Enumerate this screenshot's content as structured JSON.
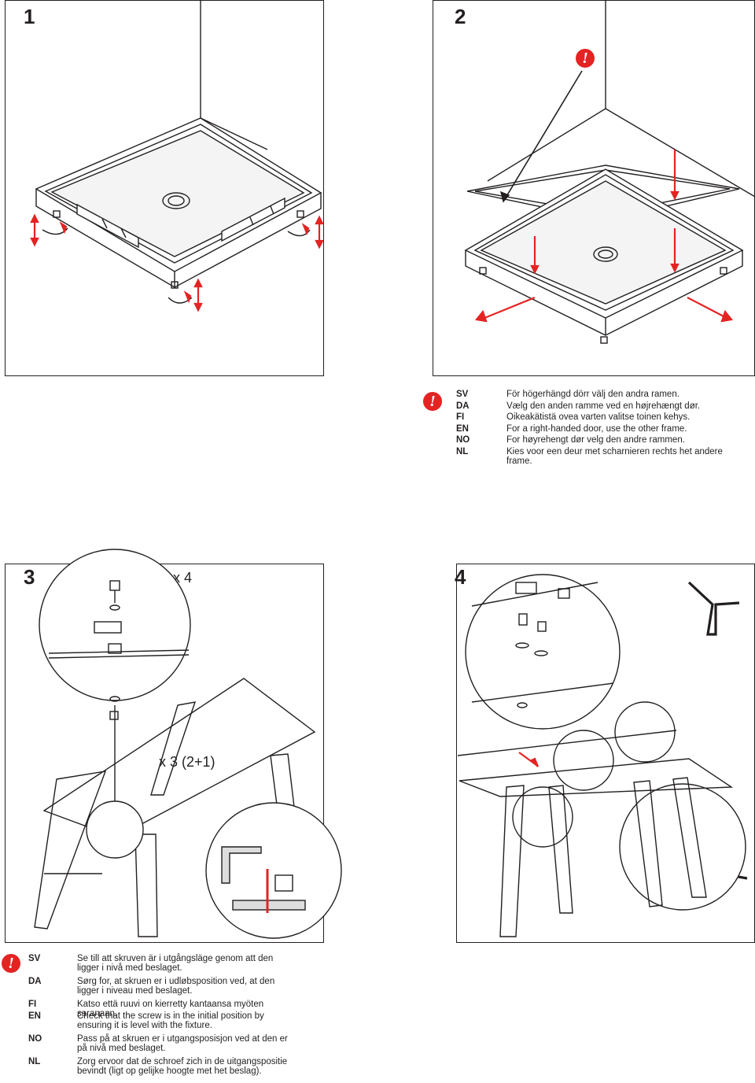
{
  "steps": {
    "s1": "1",
    "s2": "2",
    "s3": "3",
    "s4": "4"
  },
  "quantities": {
    "q3_top": "x 4",
    "q3_mid": "x 3 (2+1)"
  },
  "warning_symbol": "!",
  "colors": {
    "accent": "#e42323",
    "line": "#231f20"
  },
  "note_top": {
    "rows": [
      {
        "code": "SV",
        "text": "För högerhängd dörr välj den andra ramen."
      },
      {
        "code": "DA",
        "text": "Vælg den anden ramme ved en højrehængt dør."
      },
      {
        "code": "FI",
        "text": "Oikeakätistä ovea varten valitse toinen kehys."
      },
      {
        "code": "EN",
        "text": "For a right-handed door, use the other frame."
      },
      {
        "code": "NO",
        "text": "For høyrehengt dør velg den andre rammen."
      },
      {
        "code": "NL",
        "text": "Kies voor een deur met scharnieren rechts het andere frame."
      }
    ]
  },
  "note_bottom": {
    "rows": [
      {
        "code": "SV",
        "text": "Se till att skruven är i utgångsläge genom att den ligger i nivå med beslaget."
      },
      {
        "code": "DA",
        "text": "Sørg for, at skruen er i udløbsposition ved, at den ligger i niveau med beslaget."
      },
      {
        "code": "FI",
        "text": "Katso että ruuvi on kierretty kantaansa myöten saranaan."
      },
      {
        "code": "EN",
        "text": "Check that the screw is in the initial position by ensuring it is level with the fixture."
      },
      {
        "code": "NO",
        "text": "Pass på at skruen er i utgangsposisjon ved at den er på nivå med beslaget."
      },
      {
        "code": "NL",
        "text": "Zorg ervoor dat de schroef zich in de uitgangspositie bevindt (ligt op gelijke hoogte met het beslag)."
      }
    ]
  }
}
